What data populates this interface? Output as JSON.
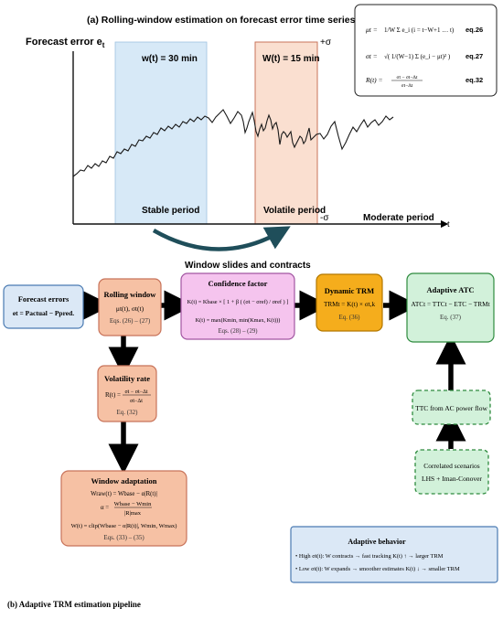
{
  "panel_a": {
    "title": "(a) Rolling-window estimation on forecast error time series",
    "y_axis_label": "Forecast error e",
    "y_axis_sub": "t",
    "t_label": "t",
    "plus_sigma": "+σ",
    "minus_sigma": "-σ",
    "window_stable": "w(t) = 30 min",
    "window_volatile": "W(t) = 15 min",
    "label_stable": "Stable period",
    "label_volatile": "Volatile period",
    "label_moderate": "Moderate period",
    "arrow_caption": "Window slides and contracts",
    "colors": {
      "stable_window": "#d7e9f7",
      "volatile_window": "#fadfd0",
      "window_border": "#c8735a",
      "arrow": "#1f4e5a"
    }
  },
  "equations": {
    "eq26_lhs": "μt =",
    "eq26_rhs": "1/W Σ e_i  (i = t−W+1 … t)",
    "eq26_tag": "eq.26",
    "eq27_lhs": "σt =",
    "eq27_rhs": "√( 1/(W−1) Σ (e_i − μt)² )",
    "eq27_tag": "eq.27",
    "eq32_lhs": "R(t) =",
    "eq32_num": "σt − σt−Δt",
    "eq32_den": "σt−Δt",
    "eq32_tag": "eq.32"
  },
  "pipeline": {
    "forecast_errors": {
      "title": "Forecast errors",
      "formula": "et = Pactual − Ppred."
    },
    "rolling_window": {
      "title": "Rolling window",
      "formula": "μt(t), σt(t)",
      "ref": "Eqs. (26) – (27)"
    },
    "confidence_factor": {
      "title": "Confidence factor",
      "formula1": "K(t) = Kbase × [ 1 + β ( (σt − σref) / σref ) ]",
      "formula2": "K(t) = max(Kmin, min(Kmax, K(t)))",
      "ref": "Eqs. (28) – (29)"
    },
    "dynamic_trm": {
      "title": "Dynamic TRM",
      "formula": "TRMt = K(t) × σt,k",
      "ref": "Eq. (36)"
    },
    "adaptive_atc": {
      "title": "Adaptive ATC",
      "formula": "ATCt = TTCt − ETC − TRMt",
      "ref": "Eq. (37)"
    },
    "volatility_rate": {
      "title": "Volatility rate",
      "formula_lhs": "R(t) =",
      "formula_num": "σt − σt−Δt",
      "formula_den": "σt−Δt",
      "ref": "Eq. (32)"
    },
    "window_adaptation": {
      "title": "Window adaptation",
      "line1": "Wraw(t) = Wbase − α|R(t)|",
      "line2_lhs": "α =",
      "line2_num": "Wbase − Wmin",
      "line2_den": "|R|max",
      "line3": "W(t) = clip(Wbase − α|R(t)|, Wmin, Wmax)",
      "ref": "Eqs. (33) – (35)"
    },
    "ttc": {
      "title": "TTC from AC power flow"
    },
    "scenarios": {
      "title": "Correlated scenarios",
      "subtitle": "LHS + Iman-Conover"
    },
    "behavior": {
      "title": "Adaptive behavior",
      "line1": "•  High σt(t): W contracts → fast tracking K(t) ↑ → larger TRM",
      "line2": "•  Low σt(t): W expands → smoother estimates K(t) ↓ → smaller TRM"
    },
    "caption": "(b) Adaptive TRM estimation pipeline",
    "colors": {
      "blue": "#dbe8f6",
      "salmon": "#f6c1a4",
      "pink": "#f5c4ee",
      "orange": "#f5ad1c",
      "green": "#d2f1da",
      "green_border": "#2e8b3e",
      "blue_border": "#4a7ab2",
      "salmon_border": "#c8735a",
      "pink_border": "#a256a2",
      "orange_border": "#b37800"
    }
  }
}
